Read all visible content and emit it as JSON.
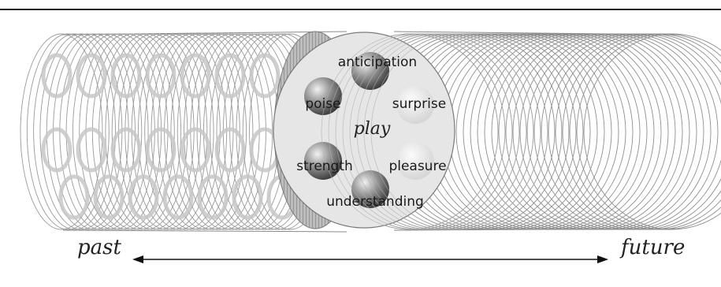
{
  "labels": {
    "anticipation": "anticipation",
    "poise": "poise",
    "surprise": "surprise",
    "play": "play",
    "strength": "strength",
    "pleasure": "pleasure",
    "understanding": "understanding",
    "past": "past",
    "future": "future"
  },
  "colors": {
    "ring": "#8a8a8a",
    "past_coil": "#c9c9c9",
    "disc": "#e6e6e6",
    "ball_dark": "#3f3f3f",
    "ball_light": "#cfcfcf",
    "arrow": "#111111",
    "top_rule": "#222222"
  }
}
